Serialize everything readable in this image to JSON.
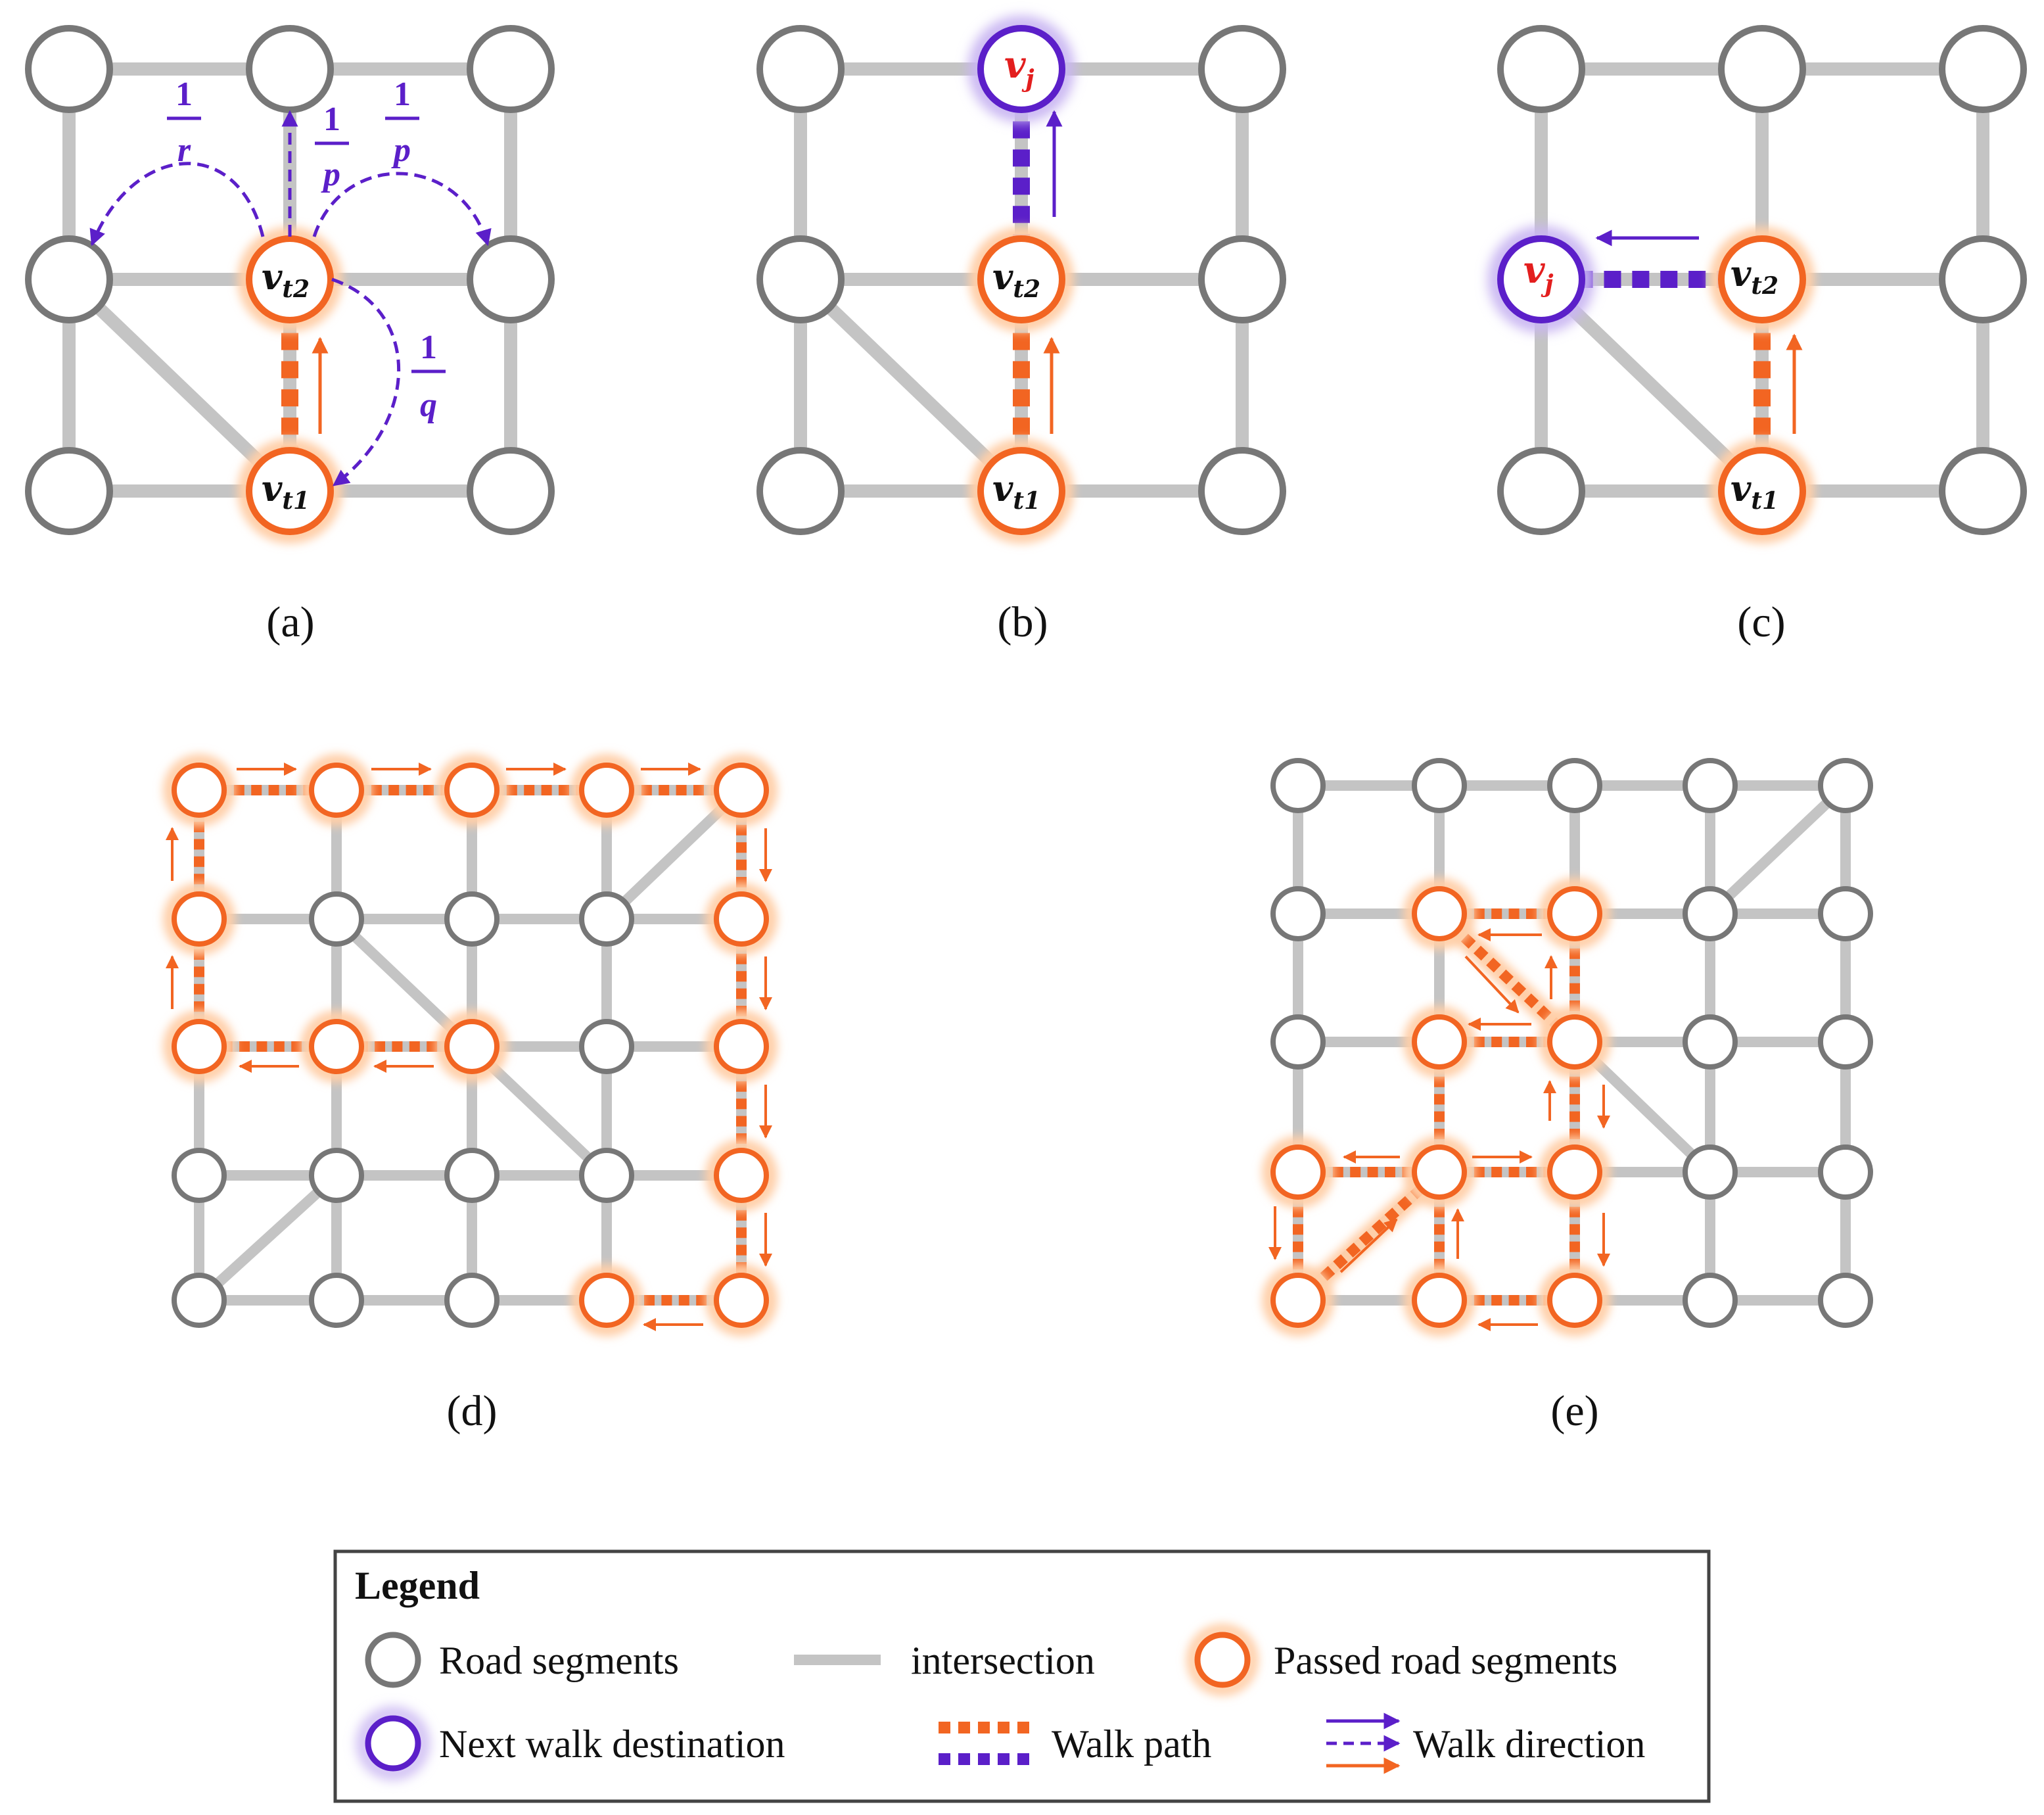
{
  "colors": {
    "node_stroke": "#777777",
    "edge": "#c4c4c4",
    "passed": "#f26522",
    "glow_orange": "#ffcfa8",
    "next": "#5b1fc9",
    "glow_purple": "#c9b6f2",
    "vj_text": "#e31e1e",
    "node_text": "#111111"
  },
  "panels": {
    "a": {
      "label": "(a)"
    },
    "b": {
      "label": "(b)"
    },
    "c": {
      "label": "(c)"
    },
    "d": {
      "label": "(d)"
    },
    "e": {
      "label": "(e)"
    }
  },
  "nodes": {
    "vt1": {
      "base": "v",
      "sub": "t1"
    },
    "vt2": {
      "base": "v",
      "sub": "t2"
    },
    "vj": {
      "base": "v",
      "sub": "j"
    }
  },
  "probabilities": {
    "r": {
      "num": "1",
      "den": "r"
    },
    "p_up": {
      "num": "1",
      "den": "p"
    },
    "p_right": {
      "num": "1",
      "den": "p"
    },
    "q": {
      "num": "1",
      "den": "q"
    }
  },
  "legend": {
    "title": "Legend",
    "items": {
      "road_segments": "Road segments",
      "intersection": "intersection",
      "passed_road_segments": "Passed road segments",
      "next_walk_destination": "Next walk destination",
      "walk_path": "Walk path",
      "walk_direction": "Walk direction"
    }
  }
}
